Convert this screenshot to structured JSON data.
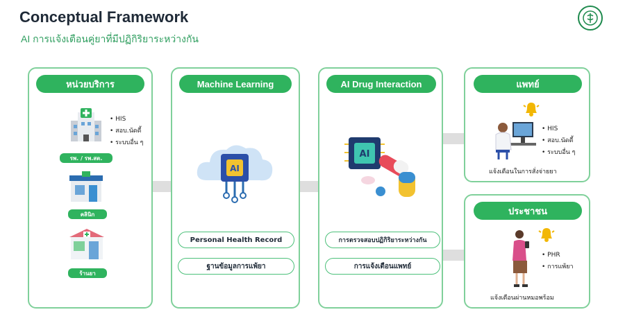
{
  "header": {
    "title": "Conceptual Framework",
    "subtitle": "AI การแจ้งเตือนคู่ยาที่มีปฏิกิริยาระหว่างกัน"
  },
  "panels": {
    "providers": {
      "title": "หน่วยบริการ",
      "bullets": [
        "• HIS",
        "• สอบ.นัดดี้",
        "• ระบบอื่น ๆ"
      ],
      "labels": [
        "รพ. / รพ.สต.",
        "คลินิก",
        "ร้านยา"
      ]
    },
    "ml": {
      "title": "Machine Learning",
      "items": [
        "Personal Health Record",
        "ฐานข้อมูลการแพ้ยา"
      ]
    },
    "ai": {
      "title": "AI Drug Interaction",
      "items": [
        "การตรวจสอบปฏิกิริยาระหว่างกัน",
        "การแจ้งเตือนแพทย์"
      ]
    },
    "doctor": {
      "title": "แพทย์",
      "bullets": [
        "• HIS",
        "• สอบ.นัดดี้",
        "• ระบบอื่น ๆ"
      ],
      "note": "แจ้งเตือนในการสั่งจ่ายยา"
    },
    "public": {
      "title": "ประชาชน",
      "bullets": [
        "• PHR",
        "• การแพ้ยา"
      ],
      "note": "แจ้งเตือนผ่านหมอพร้อม"
    }
  },
  "colors": {
    "accent": "#2fb35e",
    "border": "#7fd09a",
    "arrow": "#dedede"
  }
}
